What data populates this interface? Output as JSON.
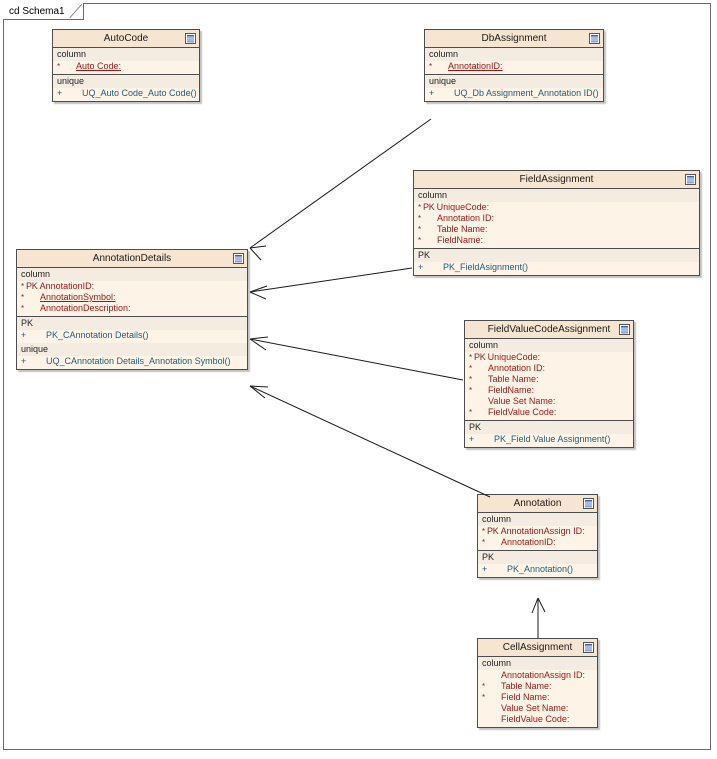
{
  "diagram": {
    "frame_label": "cd Schema1",
    "kind": "uml-class-diagram",
    "colors": {
      "header_fill": "#f6e5d0",
      "body_fill": "#fdf4e7",
      "stereotype_fill": "#f4ece1",
      "border": "#4d4d4d",
      "attribute_text": "#a31515",
      "operation_text": "#1f5c7a",
      "marker_text": "#8b1a1a"
    }
  },
  "classes": {
    "autocode": {
      "name": "AutoCode",
      "icon": "table-icon",
      "compartments": [
        {
          "stereotype": "column",
          "rows": [
            {
              "vis": "*",
              "pk": "",
              "text": "Auto Code:",
              "underline": true
            }
          ]
        },
        {
          "stereotype": "unique",
          "rows": [
            {
              "vis": "+",
              "pk": "",
              "text": "UQ_Auto Code_Auto Code()",
              "underline": false
            }
          ]
        }
      ]
    },
    "dbassignment": {
      "name": "DbAssignment",
      "icon": "table-icon",
      "compartments": [
        {
          "stereotype": "column",
          "rows": [
            {
              "vis": "*",
              "pk": "",
              "text": "AnnotationID:",
              "underline": true
            }
          ]
        },
        {
          "stereotype": "unique",
          "rows": [
            {
              "vis": "+",
              "pk": "",
              "text": "UQ_Db Assignment_Annotation ID()",
              "underline": false
            }
          ]
        }
      ]
    },
    "fieldassignment": {
      "name": "FieldAssignment",
      "icon": "table-icon",
      "compartments": [
        {
          "stereotype": "column",
          "rows": [
            {
              "vis": "*",
              "pk": "PK",
              "text": "UniqueCode:",
              "underline": false
            },
            {
              "vis": "*",
              "pk": "",
              "text": "Annotation ID:",
              "underline": false
            },
            {
              "vis": "*",
              "pk": "",
              "text": "Table Name:",
              "underline": false
            },
            {
              "vis": "*",
              "pk": "",
              "text": "FieldName:",
              "underline": false
            }
          ]
        },
        {
          "stereotype": "PK",
          "rows": [
            {
              "vis": "+",
              "pk": "",
              "text": "PK_FieldAsignment()",
              "underline": false
            }
          ]
        }
      ]
    },
    "annotationdetails": {
      "name": "AnnotationDetails",
      "icon": "table-icon",
      "compartments": [
        {
          "stereotype": "column",
          "rows": [
            {
              "vis": "*",
              "pk": "PK",
              "text": "AnnotationID:",
              "underline": false
            },
            {
              "vis": "*",
              "pk": "",
              "text": "AnnotationSymbol:",
              "underline": true
            },
            {
              "vis": "*",
              "pk": "",
              "text": "AnnotationDescription:",
              "underline": false
            }
          ]
        },
        {
          "stereotype": "PK",
          "rows": [
            {
              "vis": "+",
              "pk": "",
              "text": "PK_CAnnotation Details()",
              "underline": false
            }
          ]
        },
        {
          "stereotype": "unique",
          "rows": [
            {
              "vis": "+",
              "pk": "",
              "text": "UQ_CAnnotation Details_Annotation Symbol()",
              "underline": false
            }
          ]
        }
      ]
    },
    "fieldvaluecodeassignment": {
      "name": "FieldValueCodeAssignment",
      "icon": "table-icon",
      "compartments": [
        {
          "stereotype": "column",
          "rows": [
            {
              "vis": "*",
              "pk": "PK",
              "text": "UniqueCode:",
              "underline": false
            },
            {
              "vis": "*",
              "pk": "",
              "text": "Annotation ID:",
              "underline": false
            },
            {
              "vis": "*",
              "pk": "",
              "text": "Table Name:",
              "underline": false
            },
            {
              "vis": "*",
              "pk": "",
              "text": "FieldName:",
              "underline": false
            },
            {
              "vis": "",
              "pk": "",
              "text": "Value Set Name:",
              "underline": false
            },
            {
              "vis": "*",
              "pk": "",
              "text": "FieldValue Code:",
              "underline": false
            }
          ]
        },
        {
          "stereotype": "PK",
          "rows": [
            {
              "vis": "+",
              "pk": "",
              "text": "PK_Field Value Assignment()",
              "underline": false
            }
          ]
        }
      ]
    },
    "annotation": {
      "name": "Annotation",
      "icon": "table-icon",
      "compartments": [
        {
          "stereotype": "column",
          "rows": [
            {
              "vis": "*",
              "pk": "PK",
              "text": "AnnotationAssign ID:",
              "underline": false
            },
            {
              "vis": "*",
              "pk": "",
              "text": "AnnotationID:",
              "underline": false
            }
          ]
        },
        {
          "stereotype": "PK",
          "rows": [
            {
              "vis": "+",
              "pk": "",
              "text": "PK_Annotation()",
              "underline": false
            }
          ]
        }
      ]
    },
    "cellassignment": {
      "name": "CellAssignment",
      "icon": "table-icon",
      "compartments": [
        {
          "stereotype": "column",
          "rows": [
            {
              "vis": "",
              "pk": "",
              "text": "AnnotationAssign ID:",
              "underline": false
            },
            {
              "vis": "*",
              "pk": "",
              "text": "Table Name:",
              "underline": false
            },
            {
              "vis": "*",
              "pk": "",
              "text": "Field Name:",
              "underline": false
            },
            {
              "vis": "",
              "pk": "",
              "text": "Value Set Name:",
              "underline": false
            },
            {
              "vis": "",
              "pk": "",
              "text": "FieldValue Code:",
              "underline": false
            }
          ]
        }
      ]
    }
  },
  "relationships": [
    {
      "from": "dbassignment",
      "to": "annotationdetails",
      "type": "dependency-arrow"
    },
    {
      "from": "fieldassignment",
      "to": "annotationdetails",
      "type": "dependency-arrow"
    },
    {
      "from": "fieldvaluecodeassignment",
      "to": "annotationdetails",
      "type": "dependency-arrow"
    },
    {
      "from": "annotation",
      "to": "annotationdetails",
      "type": "dependency-arrow"
    },
    {
      "from": "cellassignment",
      "to": "annotation",
      "type": "dependency-arrow"
    }
  ]
}
